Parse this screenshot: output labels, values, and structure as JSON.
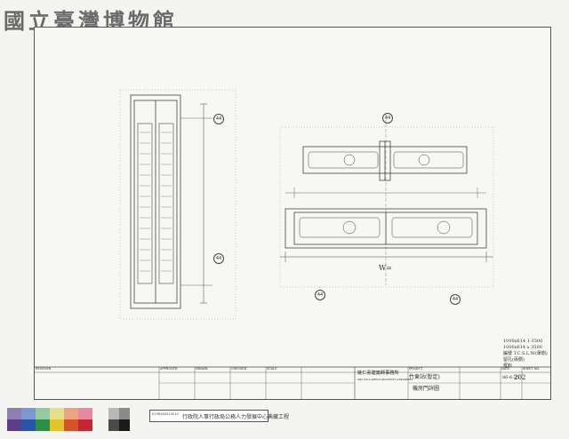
{
  "watermark": {
    "text": "國立臺灣博物館"
  },
  "drawing": {
    "callouts": {
      "left_top": "44",
      "left_bottom": "44",
      "right_top": "44",
      "right_bottom_left": "44",
      "right_bottom_right": "44"
    },
    "width_mark": "W="
  },
  "notes": {
    "lines": [
      "1000x614 1-3500",
      "1000x614 x 3500",
      "編號 T.C.S.L.W(單側)",
      "留孔(兩側)",
      "框料"
    ]
  },
  "title_block": {
    "firm_cn": "姚仁喜建築師事務所",
    "firm_en": "KRIS YAO & ARTECH ARCHITECTS & ENGINEERS",
    "project_label": "PROJECT",
    "project": "竹東站(暫定)",
    "title": "機房門詳圖",
    "date": "86-6-25",
    "sheet_no": "202",
    "revision_label": "REVISION",
    "approved_label": "APPROVED",
    "drawn_label": "DRAWN",
    "checked_label": "CHECKED",
    "scale_label": "SCALE",
    "date_label": "DATE",
    "sheet_label": "SHEET NO."
  },
  "archive": {
    "scan_id": "0198160010010",
    "org": "行政院人事行政局公務人力發展中心典藏工程"
  }
}
